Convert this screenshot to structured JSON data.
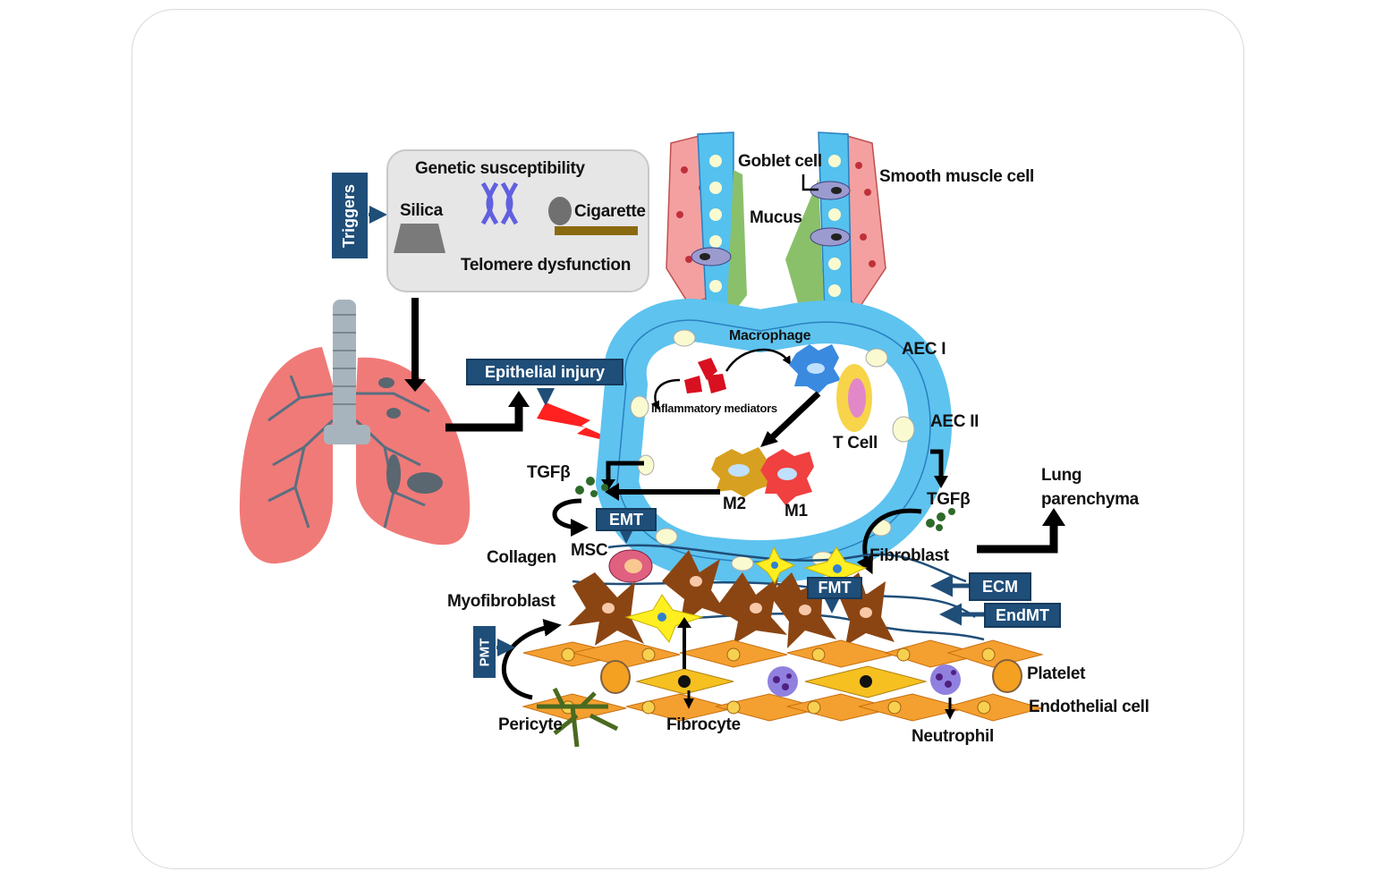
{
  "labels": {
    "genetic": "Genetic susceptibility",
    "silica": "Silica",
    "cigarette": "Cigarette",
    "telomere": "Telomere dysfunction",
    "triggers": "Triggers",
    "goblet": "Goblet cell",
    "smooth_muscle": "Smooth muscle cell",
    "mucus": "Mucus",
    "macrophage": "Macrophage",
    "aec1": "AEC I",
    "aec2": "AEC II",
    "epithelial_injury": "Epithelial injury",
    "inflammatory": "Inflammatory mediators",
    "tcell": "T Cell",
    "tgfb_left": "TGFβ",
    "tgfb_right": "TGFβ",
    "m2": "M2",
    "m1": "M1",
    "emt": "EMT",
    "msc": "MSC",
    "collagen": "Collagen",
    "fibroblast": "Fibroblast",
    "lung_parenchyma_1": "Lung",
    "lung_parenchyma_2": "parenchyma",
    "fmt": "FMT",
    "ecm": "ECM",
    "endmt": "EndMT",
    "myofibroblast": "Myofibroblast",
    "pmt": "PMT",
    "platelet": "Platelet",
    "endothelial": "Endothelial cell",
    "pericyte": "Pericyte",
    "fibrocyte": "Fibrocyte",
    "neutrophil": "Neutrophil"
  },
  "colors": {
    "box_fill": "#1f4e79",
    "lung": "#f07a78",
    "epithelium": "#5ec3ef",
    "smooth_muscle": "#f4a0a0",
    "mucus": "#8ac06a",
    "fibroblast_brown": "#8b4513",
    "endothelial": "#f4a030",
    "arrow": "#000000"
  }
}
